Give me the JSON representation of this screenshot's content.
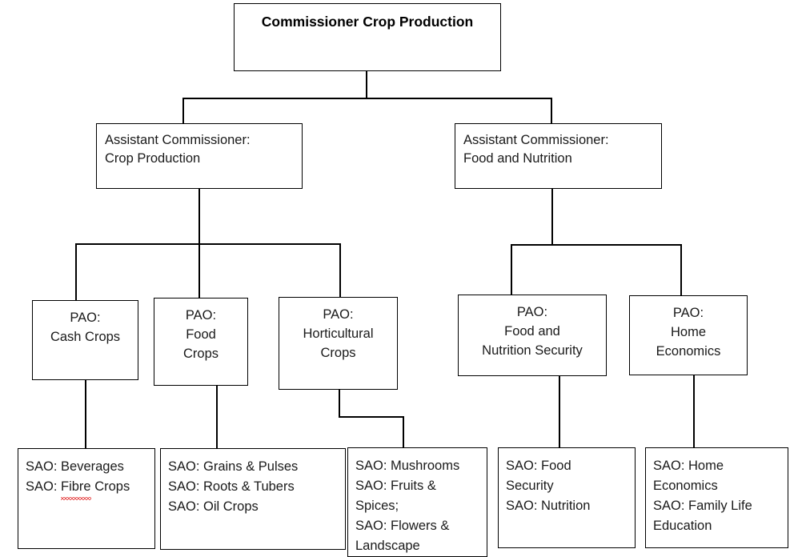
{
  "chart_data": {
    "type": "diagram",
    "title": "Commissioner Crop Production organizational chart",
    "orientation": "top-down tree"
  },
  "root": {
    "label": "Commissioner Crop Production"
  },
  "assistant_commissioners": [
    {
      "label": "Assistant Commissioner:\nCrop Production"
    },
    {
      "label": "Assistant Commissioner:\nFood and Nutrition"
    }
  ],
  "pao_units": [
    {
      "label": "PAO:\nCash Crops"
    },
    {
      "label": "PAO:\nFood\nCrops"
    },
    {
      "label": "PAO:\nHorticultural\nCrops"
    },
    {
      "label": "PAO:\nFood and\nNutrition Security"
    },
    {
      "label": "PAO:\nHome\nEconomics"
    }
  ],
  "sao_units": [
    {
      "line1": "SAO: Beverages",
      "line2_prefix": "SAO: ",
      "line2_misspelled": "Fibre",
      "line2_suffix": " Crops"
    },
    {
      "label": "SAO: Grains & Pulses\nSAO: Roots & Tubers\nSAO: Oil Crops"
    },
    {
      "label": "SAO: Mushrooms\nSAO: Fruits &\nSpices;\nSAO: Flowers &\n Landscape"
    },
    {
      "label": "SAO: Food\nSecurity\nSAO: Nutrition"
    },
    {
      "label": "SAO: Home\nEconomics\nSAO: Family Life\nEducation"
    }
  ]
}
